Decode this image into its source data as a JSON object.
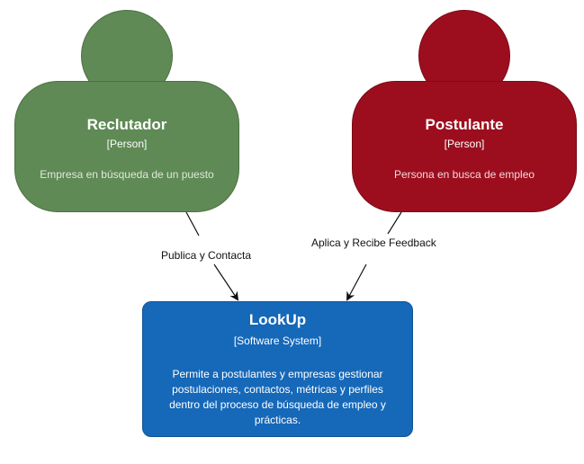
{
  "nodes": {
    "reclutador": {
      "title": "Reclutador",
      "type": "[Person]",
      "description": "Empresa en búsqueda de un puesto"
    },
    "postulante": {
      "title": "Postulante",
      "type": "[Person]",
      "description": "Persona en busca de empleo"
    },
    "lookup": {
      "title": "LookUp",
      "type": "[Software System]",
      "description": "Permite a postulantes y empresas gestionar postulaciones, contactos, métricas y perfiles dentro del proceso de búsqueda de empleo y prácticas."
    }
  },
  "edges": {
    "reclutador_to_lookup": "Publica y Contacta",
    "postulante_to_lookup": "Aplica y Recibe Feedback"
  },
  "colors": {
    "person_green": "#5f8a55",
    "person_red": "#9c0e1e",
    "system_blue": "#1668b8"
  }
}
